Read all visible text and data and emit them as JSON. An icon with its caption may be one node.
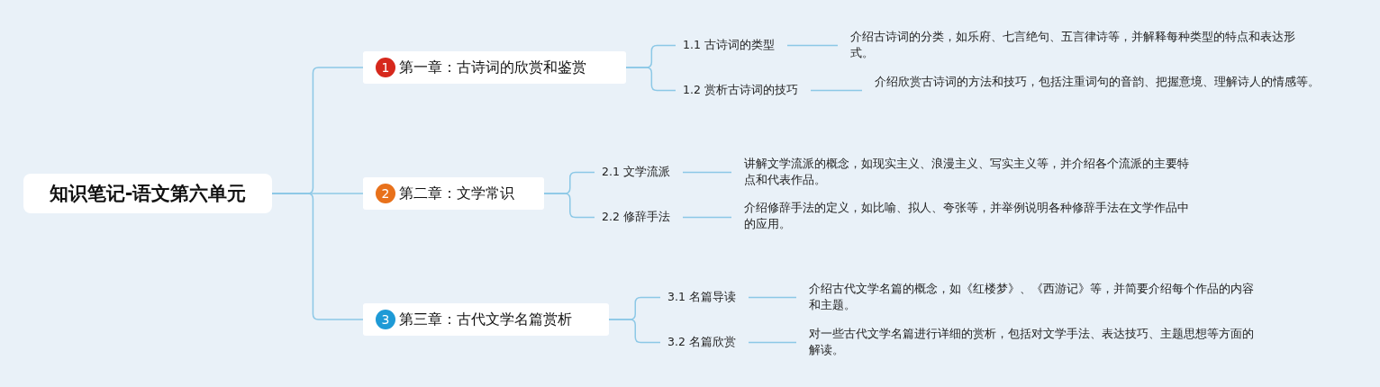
{
  "diagram": {
    "nodes": [
      {
        "text": [
          "知识笔记-语文第六单元"
        ]
      },
      {
        "text": [
          "1",
          "第一章：古诗词的欣赏和鉴赏"
        ]
      },
      {
        "text": [
          "1.1 古诗词的类型"
        ]
      },
      {
        "text": [
          "介绍古诗词的分类，如乐府、七言绝句、五言律诗等，并解释每种类型的特点和表达形式。"
        ]
      },
      {
        "text": [
          "1.2 赏析古诗词的技巧"
        ]
      },
      {
        "text": [
          "介绍欣赏古诗词的方法和技巧，包括注重词句的音韵、把握意境、理解诗人的情感等。"
        ]
      },
      {
        "text": [
          "2",
          "第二章：文学常识"
        ]
      },
      {
        "text": [
          "2.1 文学流派"
        ]
      },
      {
        "text": [
          "讲解文学流派的概念，如现实主义、浪漫主义、写实主义等，并介绍各个流派的主要特点和代表作品。"
        ]
      },
      {
        "text": [
          "2.2 修辞手法"
        ]
      },
      {
        "text": [
          "介绍修辞手法的定义，如比喻、拟人、夸张等，并举例说明各种修辞手法在文学作品中的应用。"
        ]
      },
      {
        "text": [
          "3",
          "第三章：古代文学名篇赏析"
        ]
      },
      {
        "text": [
          "3.1 名篇导读"
        ]
      },
      {
        "text": [
          "介绍古代文学名篇的概念，如《红楼梦》、《西游记》等，并简要介绍每个作品的内容和主题。"
        ]
      },
      {
        "text": [
          "3.2 名篇欣赏"
        ]
      },
      {
        "text": [
          "对一些古代文学名篇进行详细的赏析，包括对文学手法、表达技巧、主题思想等方面的解读。"
        ]
      }
    ],
    "edges": [
      {
        "from": 0,
        "to": 1,
        "arrow": "none"
      },
      {
        "from": 0,
        "to": 6,
        "arrow": "none"
      },
      {
        "from": 0,
        "to": 11,
        "arrow": "none"
      },
      {
        "from": 1,
        "to": 2,
        "arrow": "none"
      },
      {
        "from": 1,
        "to": 4,
        "arrow": "none"
      },
      {
        "from": 2,
        "to": 3,
        "arrow": "none"
      },
      {
        "from": 4,
        "to": 5,
        "arrow": "none"
      },
      {
        "from": 6,
        "to": 7,
        "arrow": "none"
      },
      {
        "from": 6,
        "to": 9,
        "arrow": "none"
      },
      {
        "from": 7,
        "to": 8,
        "arrow": "none"
      },
      {
        "from": 9,
        "to": 10,
        "arrow": "none"
      },
      {
        "from": 11,
        "to": 12,
        "arrow": "none"
      },
      {
        "from": 11,
        "to": 14,
        "arrow": "none"
      },
      {
        "from": 12,
        "to": 13,
        "arrow": "none"
      },
      {
        "from": 14,
        "to": 15,
        "arrow": "none"
      }
    ]
  }
}
